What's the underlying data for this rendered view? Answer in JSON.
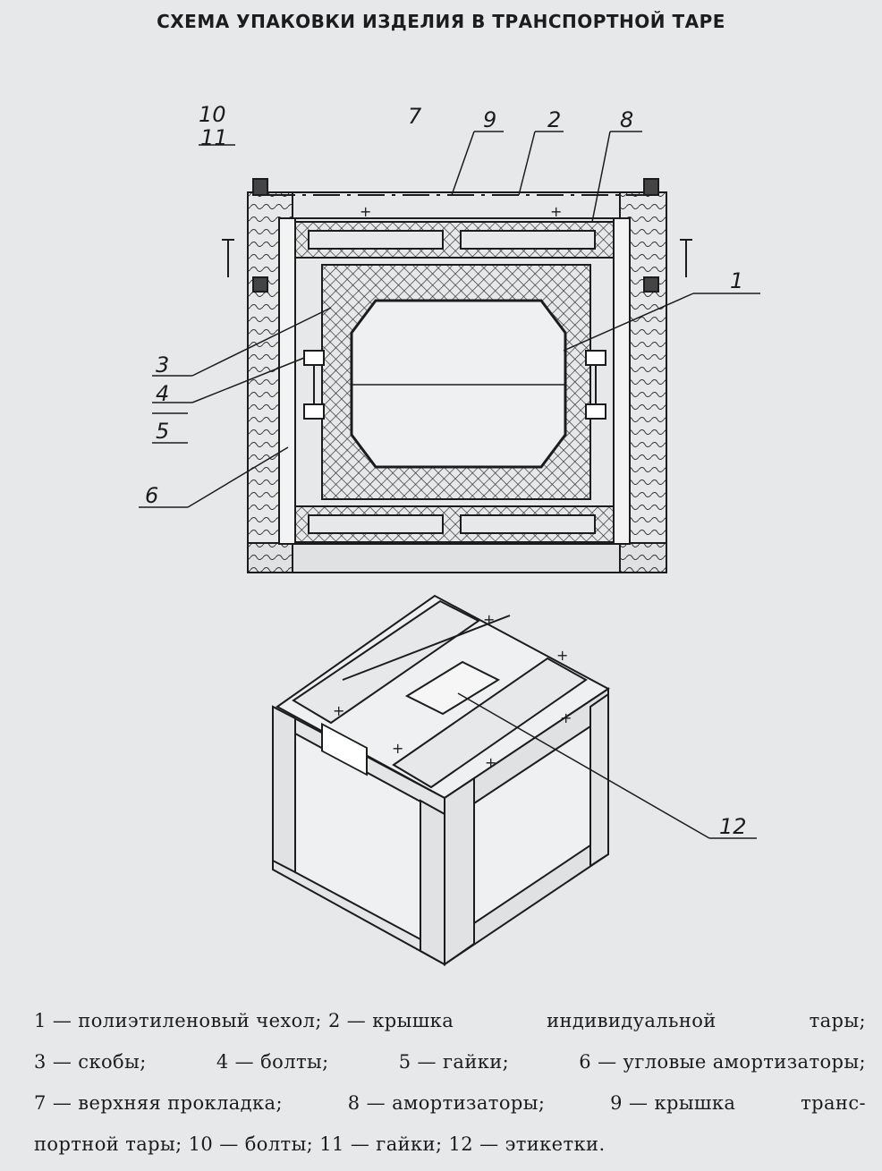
{
  "title": "СХЕМА УПАКОВКИ ИЗДЕЛИЯ В ТРАНСПОРТНОЙ ТАРЕ",
  "callouts": {
    "c10": "10",
    "c11": "11",
    "c7": "7",
    "c9": "9",
    "c2": "2",
    "c8": "8",
    "c1": "1",
    "c3": "3",
    "c4": "4",
    "c5": "5",
    "c6": "6",
    "c12": "12"
  },
  "legend": {
    "line1a": "1 — полиэтиленовый чехол; 2 — крышка",
    "line1b": "индивидуальной",
    "line1c": "тары;",
    "line2a": "3 — скобы;",
    "line2b": "4 — болты;",
    "line2c": "5 — гайки;",
    "line2d": "6 — угловые амортизаторы;",
    "line3a": "7 — верхняя прокладка;",
    "line3b": "8 — амортизаторы;",
    "line3c": "9 — крышка",
    "line3d": "транс-",
    "line4": "портной тары; 10 — болты; 11 — гайки; 12 — этикетки."
  }
}
